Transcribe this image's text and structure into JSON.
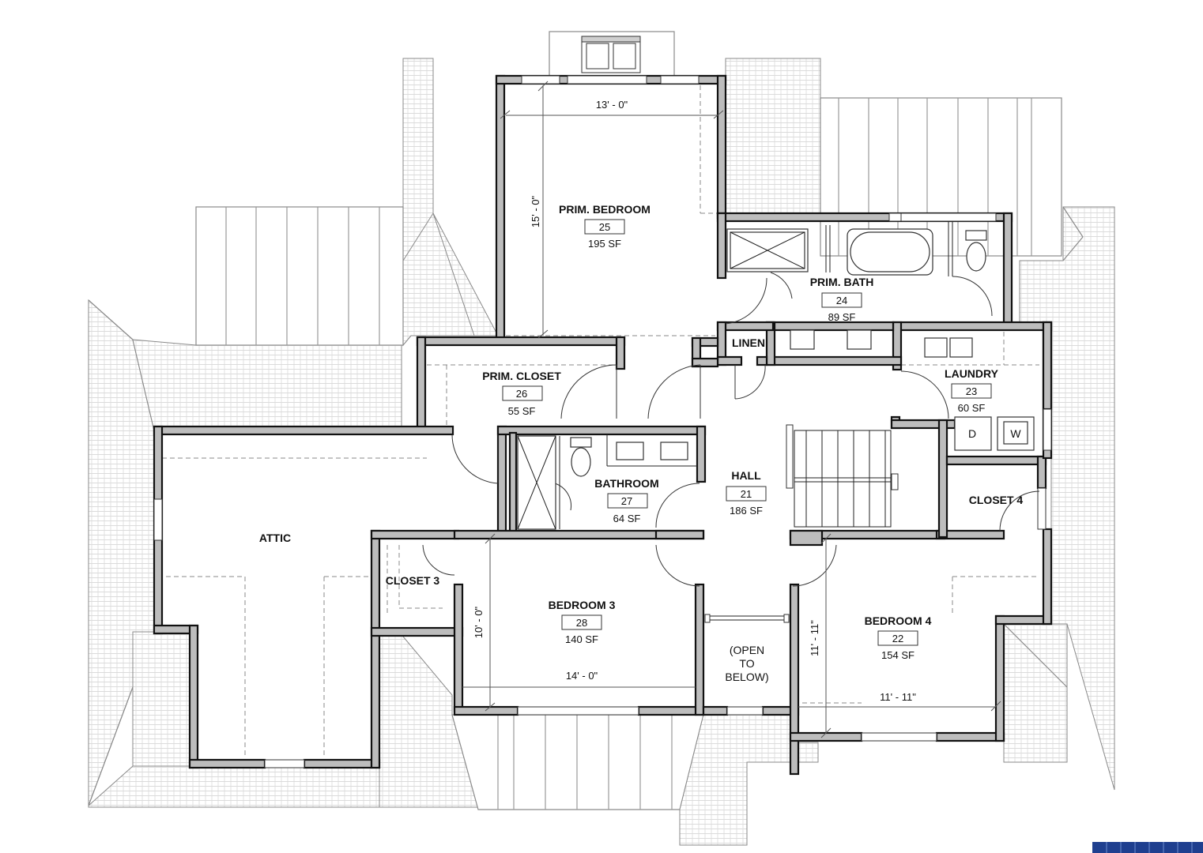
{
  "rooms": {
    "prim_bedroom": {
      "name": "PRIM. BEDROOM",
      "number": "25",
      "area": "195 SF"
    },
    "prim_bath": {
      "name": "PRIM. BATH",
      "number": "24",
      "area": "89 SF"
    },
    "linen": {
      "name": "LINEN"
    },
    "prim_closet": {
      "name": "PRIM. CLOSET",
      "number": "26",
      "area": "55 SF"
    },
    "laundry": {
      "name": "LAUNDRY",
      "number": "23",
      "area": "60 SF"
    },
    "bathroom": {
      "name": "BATHROOM",
      "number": "27",
      "area": "64 SF"
    },
    "hall": {
      "name": "HALL",
      "number": "21",
      "area": "186 SF"
    },
    "closet4": {
      "name": "CLOSET 4"
    },
    "attic": {
      "name": "ATTIC"
    },
    "closet3": {
      "name": "CLOSET 3"
    },
    "bedroom3": {
      "name": "BEDROOM 3",
      "number": "28",
      "area": "140 SF"
    },
    "bedroom4": {
      "name": "BEDROOM 4",
      "number": "22",
      "area": "154 SF"
    },
    "open_below": {
      "line1": "(OPEN",
      "line2": "TO",
      "line3": "BELOW)"
    }
  },
  "dimensions": {
    "prim_bedroom_width": "13' - 0\"",
    "prim_bedroom_depth": "15' - 0\"",
    "bedroom3_width": "14' - 0\"",
    "bedroom3_depth": "10' - 0\"",
    "bedroom4_width": "11' - 11\"",
    "bedroom4_depth": "11' - 11\""
  },
  "appliances": {
    "dryer": "D",
    "washer": "W"
  },
  "colors": {
    "wall_fill": "#bdbdbd",
    "wall_stroke": "#111111",
    "roof_line": "#8a8a8a",
    "scale_bar": "#1f3f8f"
  }
}
